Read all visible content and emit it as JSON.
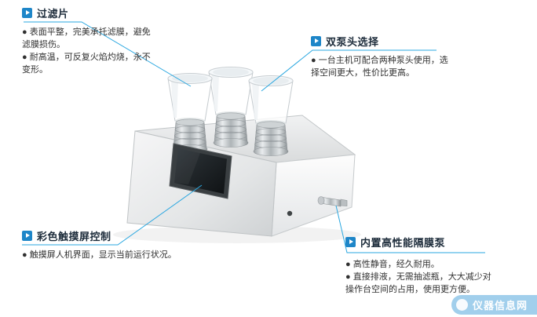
{
  "colors": {
    "callout_line": "#2aa7e0",
    "icon_blue": "#1e86c8",
    "title_text": "#1c2b3a",
    "body_text": "#303030",
    "watermark_bg": "#8ac4e8",
    "watermark_text": "#ffffff"
  },
  "callouts": [
    {
      "title": "过滤片",
      "points": [
        "● 表面平整，完美承托滤膜，避免滤膜损伤。",
        "● 耐高温，可反复火焰灼烧，永不变形。"
      ]
    },
    {
      "title": "双泵头选择",
      "points": [
        "● 一台主机可配合两种泵头使用，选择空间更大，性价比更高。"
      ]
    },
    {
      "title": "彩色触摸屏控制",
      "points": [
        "● 触摸屏人机界面，显示当前运行状况。"
      ]
    },
    {
      "title": "内置高性能隔膜泵",
      "points": [
        "● 高性静音，经久耐用。",
        "● 直接排液，无需抽滤瓶，大大减少对操作台空间的占用，使用更方便。"
      ]
    }
  ],
  "watermark": {
    "label": "仪器信息网"
  }
}
